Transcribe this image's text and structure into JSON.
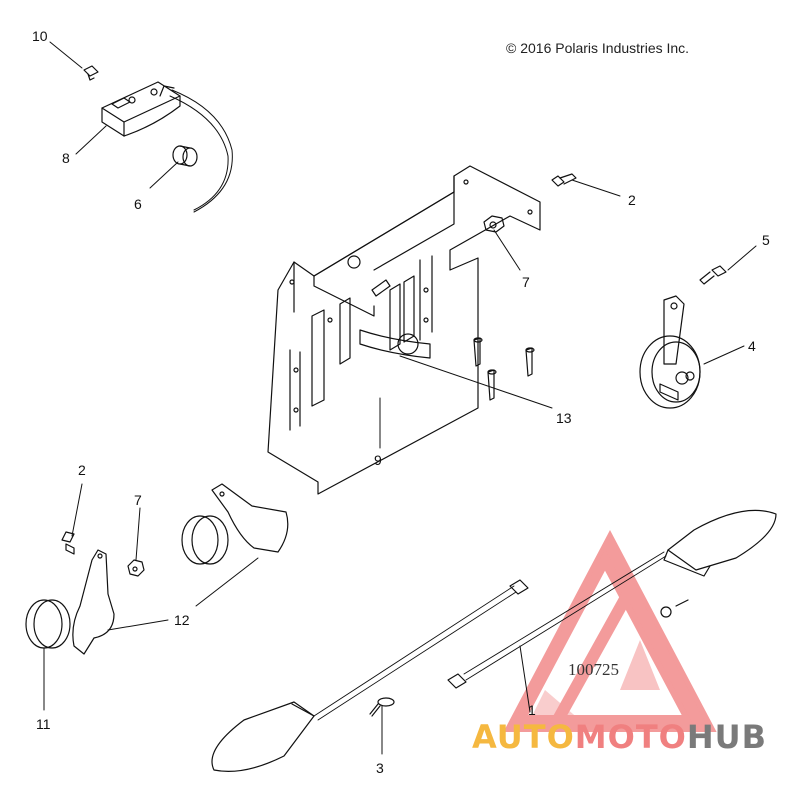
{
  "copyright": "© 2016  Polaris Industries Inc.",
  "part_number": "100725",
  "watermark": {
    "part1": "AUTO",
    "part2": "MOTO",
    "part3": "HUB",
    "colors": {
      "part1": "#f5b840",
      "part2": "#f08080",
      "part3": "#7a7a7a",
      "triangle": "#f07a7a"
    }
  },
  "callouts": {
    "c10": "10",
    "c8": "8",
    "c6": "6",
    "c2a": "2",
    "c7a": "7",
    "c5": "5",
    "c4": "4",
    "c9": "9",
    "c13": "13",
    "c2b": "2",
    "c7b": "7",
    "c12": "12",
    "c11": "11",
    "c3": "3",
    "c1": "1"
  }
}
